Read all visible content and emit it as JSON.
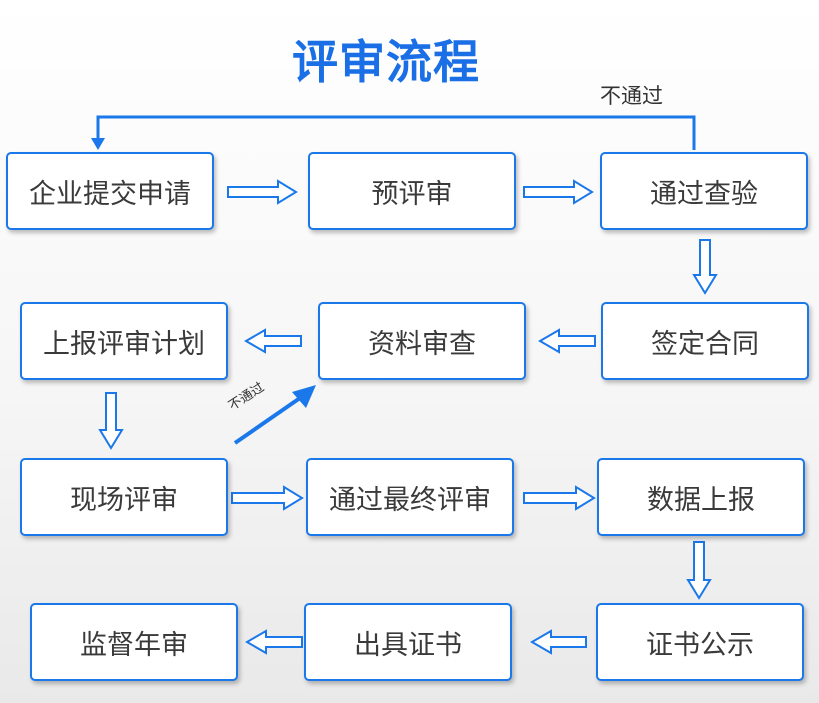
{
  "title": "评审流程",
  "steps": [
    "企业提交申请",
    "预评审",
    "通过查验",
    "签定合同",
    "资料审查",
    "上报评审计划",
    "现场评审",
    "通过最终评审",
    "数据上报",
    "证书公示",
    "出具证书",
    "监督年审"
  ],
  "labels": {
    "reject_top": "不通过",
    "reject_mid": "不通过"
  },
  "colors": {
    "accent": "#1a78ea",
    "title": "#1a6fe6"
  }
}
